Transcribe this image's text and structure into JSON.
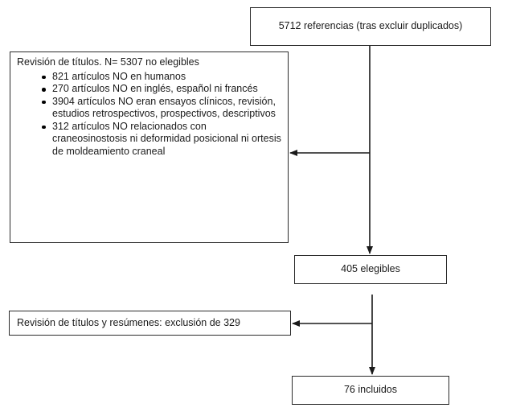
{
  "flow": {
    "references": "5712 referencias (tras excluir duplicados)",
    "title_review": {
      "heading": "Revisión de títulos. N= 5307  no elegibles",
      "items": [
        "821 artículos NO en humanos",
        "270 artículos NO en inglés, español  ni francés",
        "3904 artículos NO eran ensayos clínicos, revisión, estudios retrospectivos, prospectivos, descriptivos",
        "312 artículos NO relacionados con craneosinostosis ni deformidad posicional ni ortesis de moldeamiento craneal"
      ]
    },
    "eligible": "405 elegibles",
    "abstract_review": "Revisión de títulos y resúmenes: exclusión de 329",
    "included": "76 incluidos"
  }
}
